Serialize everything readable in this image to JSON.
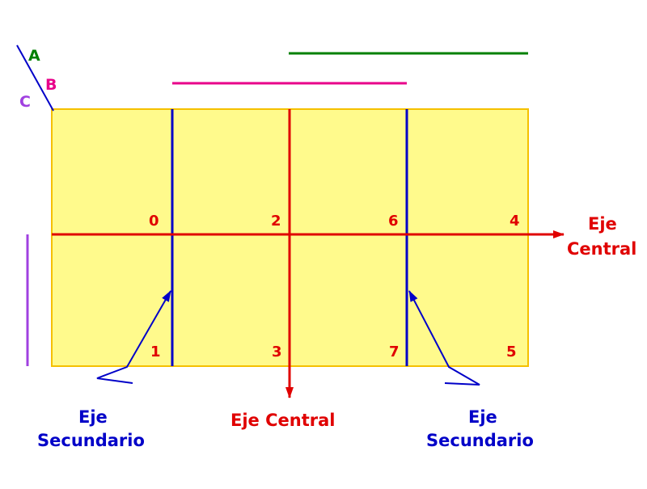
{
  "colors": {
    "panel_fill": "#FFFA8C",
    "panel_border": "#F5C000",
    "central_axis": "#E00000",
    "secondary_axis": "#0000C8",
    "line_a": "#008000",
    "line_b": "#E8008A",
    "line_c": "#A040E0",
    "label_red": "#E00000",
    "label_blue": "#0000C8"
  },
  "legend": {
    "a": "A",
    "b": "B",
    "c": "C"
  },
  "points": {
    "p0": "0",
    "p1": "1",
    "p2": "2",
    "p3": "3",
    "p4": "4",
    "p5": "5",
    "p6": "6",
    "p7": "7"
  },
  "labels": {
    "central_right_line1": "Eje",
    "central_right_line2": "Central",
    "central_bottom": "Eje Central",
    "secondary_left_line1": "Eje",
    "secondary_left_line2": "Secundario",
    "secondary_right_line1": "Eje",
    "secondary_right_line2": "Secundario"
  }
}
